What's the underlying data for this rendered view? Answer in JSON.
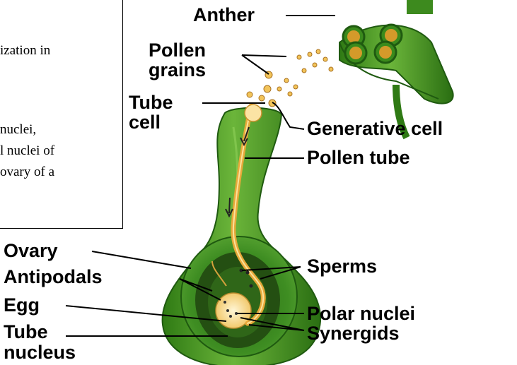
{
  "text_fragments": [
    "ization in",
    "nuclei,",
    "l nuclei of",
    "ovary of a"
  ],
  "labels": {
    "anther": "Anther",
    "pollen_grains_line1": "Pollen",
    "pollen_grains_line2": "grains",
    "tube_cell_line1": "Tube",
    "tube_cell_line2": "cell",
    "generative_cell": "Generative cell",
    "pollen_tube": "Pollen tube",
    "ovary": "Ovary",
    "antipodals": "Antipodals",
    "egg": "Egg",
    "tube_nucleus_line1": "Tube",
    "tube_nucleus_line2": "nucleus",
    "sperms": "Sperms",
    "polar_nuclei": "Polar nuclei",
    "synergids": "Synergids"
  },
  "colors": {
    "plant_green": "#3d8a1e",
    "dark_green": "#1f5a10",
    "pollen_yellow": "#f2c45a",
    "tube_yellow": "#e8a93a"
  }
}
